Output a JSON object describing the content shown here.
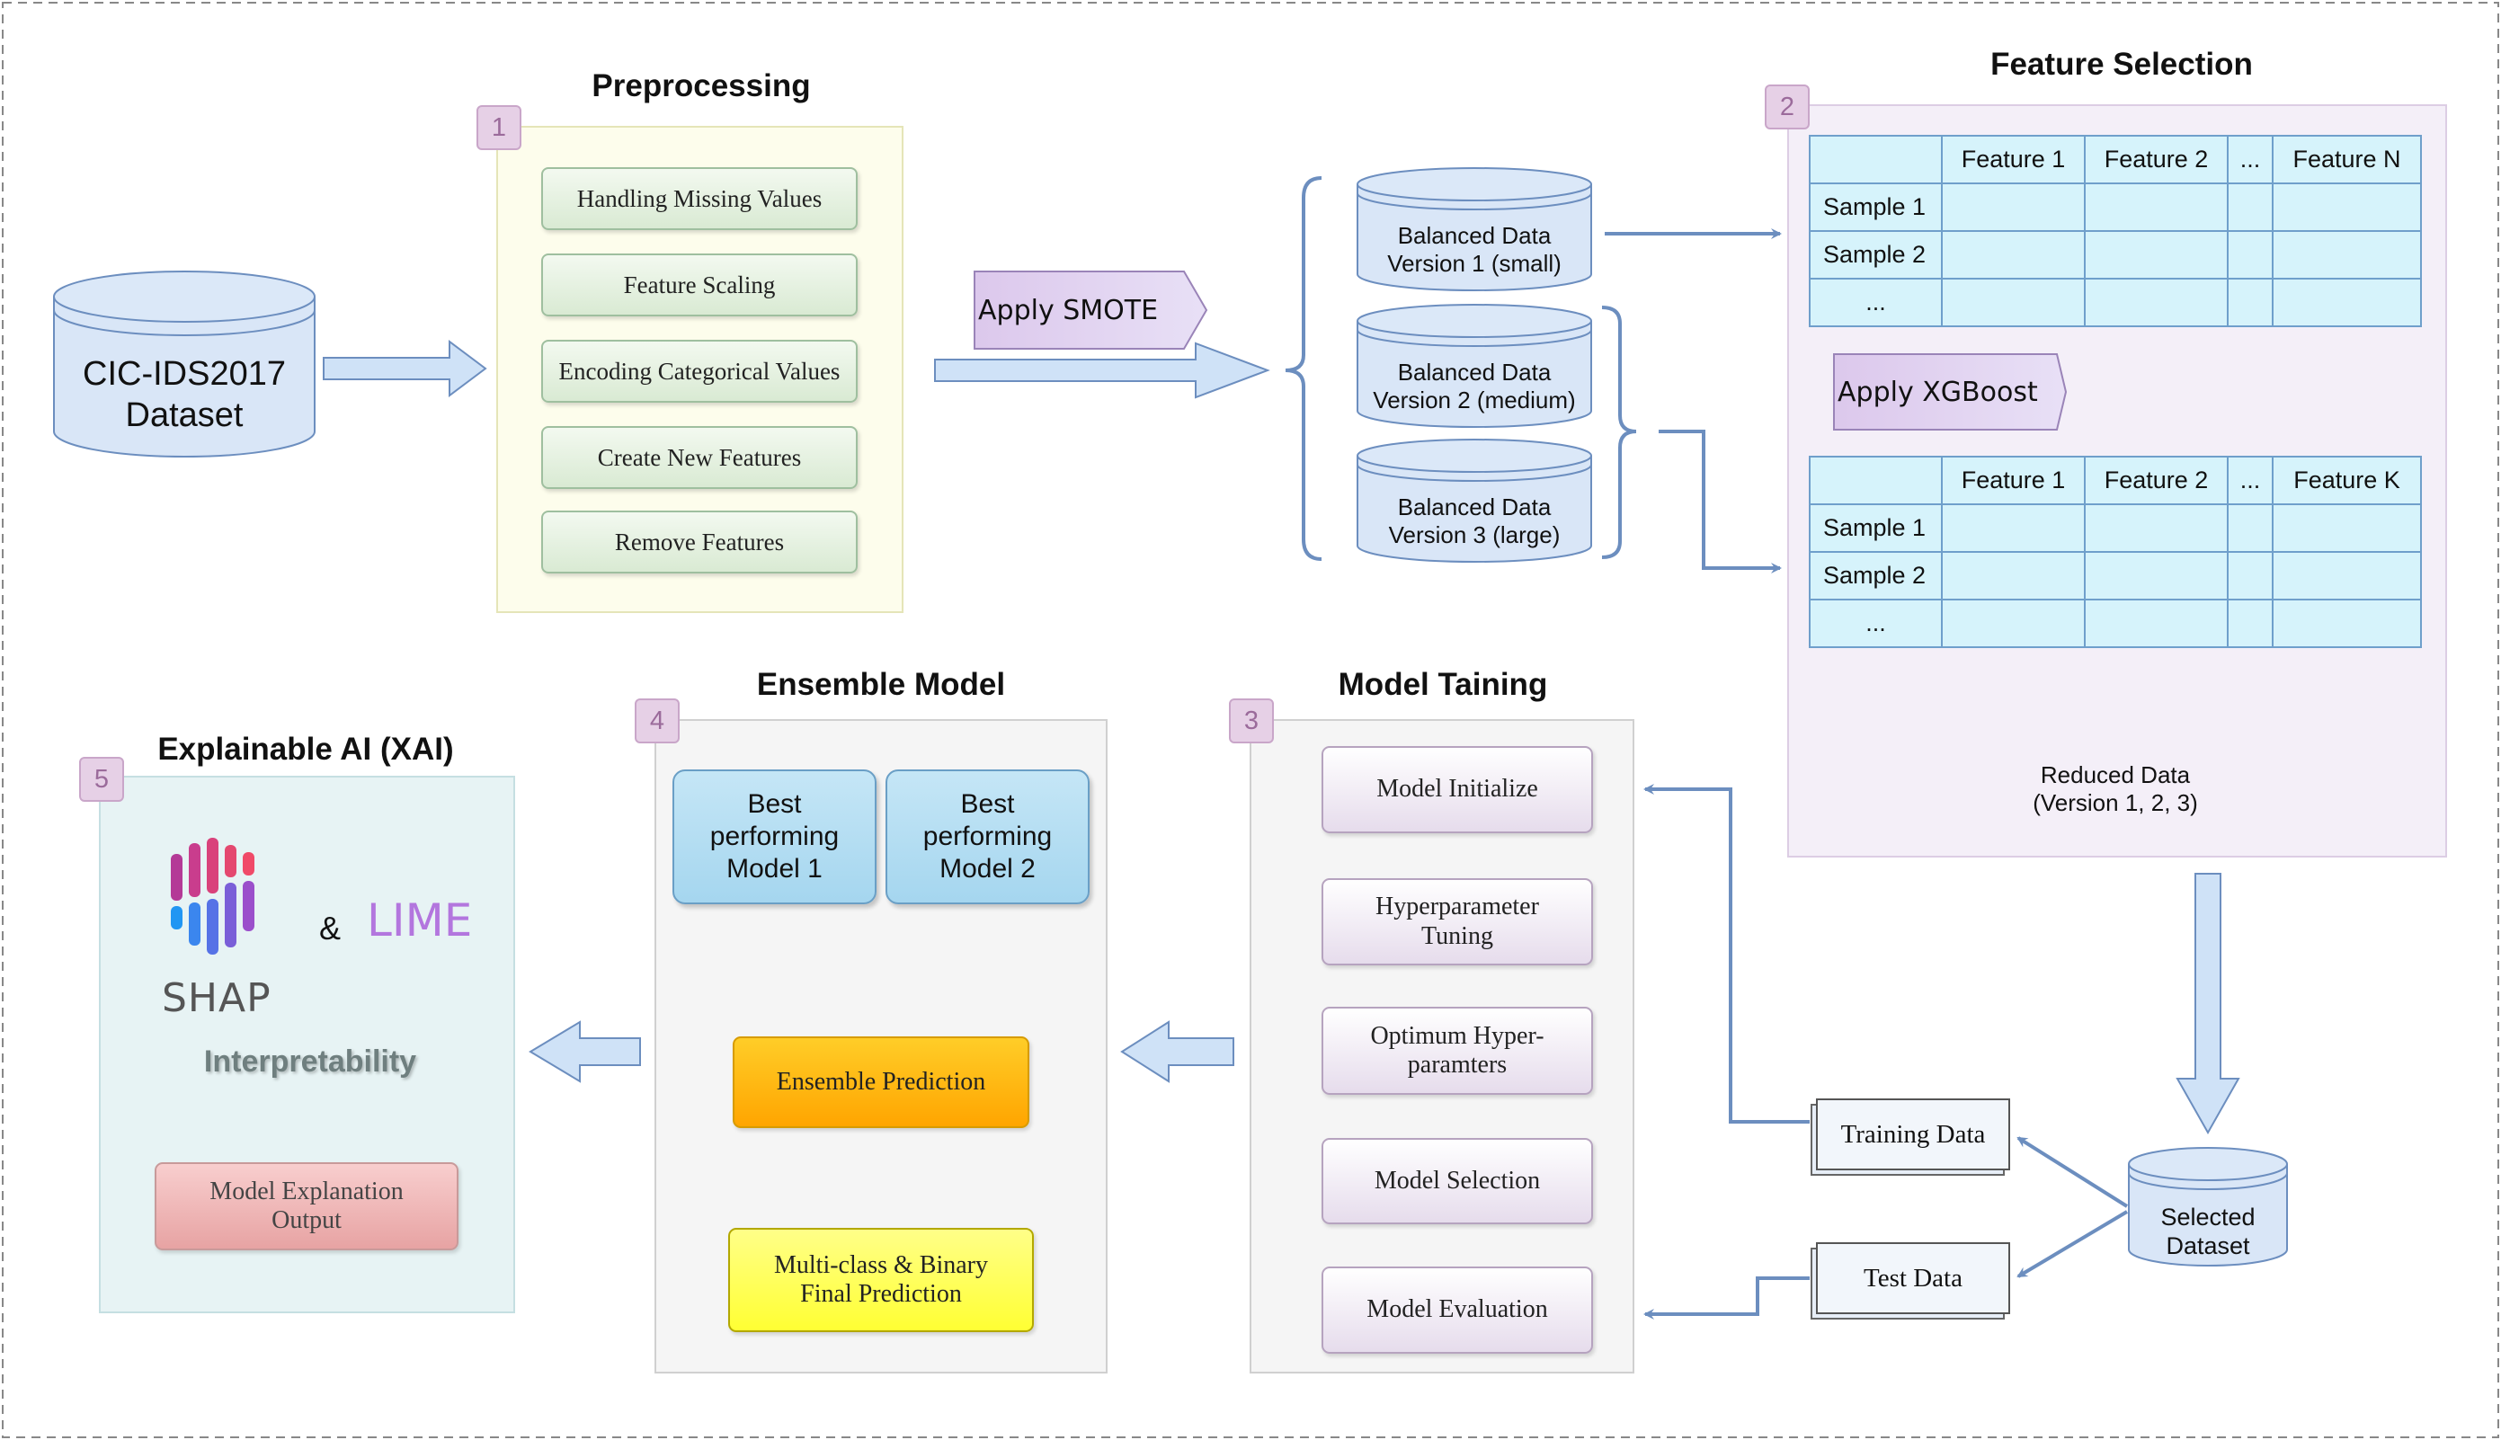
{
  "dataset": {
    "line1": "CIC-IDS2017",
    "line2": "Dataset"
  },
  "preprocessing": {
    "number": "1",
    "title": "Preprocessing",
    "steps": [
      "Handling Missing Values",
      "Feature Scaling",
      "Encoding Categorical Values",
      "Create New Features",
      "Remove Features"
    ]
  },
  "smote": {
    "label": "Apply SMOTE"
  },
  "balanced": [
    {
      "line1": "Balanced Data",
      "line2": "Version 1 (small)"
    },
    {
      "line1": "Balanced Data",
      "line2": "Version 2 (medium)"
    },
    {
      "line1": "Balanced Data",
      "line2": "Version 3 (large)"
    }
  ],
  "feature_selection": {
    "number": "2",
    "title": "Feature Selection",
    "table1": {
      "headers": [
        "",
        "Feature 1",
        "Feature 2",
        "...",
        "Feature N"
      ],
      "rows": [
        "Sample 1",
        "Sample 2",
        "..."
      ]
    },
    "xgboost": "Apply XGBoost",
    "table2": {
      "headers": [
        "",
        "Feature 1",
        "Feature 2",
        "...",
        "Feature K"
      ],
      "rows": [
        "Sample 1",
        "Sample 2",
        "..."
      ]
    },
    "reduced": {
      "line1": "Reduced Data",
      "line2": "(Version 1, 2, 3)"
    }
  },
  "selected": {
    "line1": "Selected",
    "line2": "Dataset"
  },
  "training_data": "Training Data",
  "test_data": "Test Data",
  "model_training": {
    "number": "3",
    "title": "Model Taining",
    "steps": [
      "Model Initialize",
      "Hyperparameter Tuning",
      "Optimum Hyper-paramters",
      "Model Selection",
      "Model Evaluation"
    ]
  },
  "ensemble": {
    "number": "4",
    "title": "Ensemble Model",
    "best1": "Best performing Model 1",
    "best2": "Best performing Model 2",
    "prediction": "Ensemble Prediction",
    "final": "Multi-class & Binary Final Prediction"
  },
  "xai": {
    "number": "5",
    "title": "Explainable AI (XAI)",
    "shap": "SHAP",
    "amp": "&",
    "lime": "LIME",
    "interpretability": "Interpretability",
    "output": "Model Explanation Output"
  },
  "colors": {
    "arrow_fill": "#cfe2f7",
    "arrow_stroke": "#6c8ebf",
    "connector": "#6c8ebf",
    "orange": "#ffa500",
    "yellow": "#ffff33"
  }
}
